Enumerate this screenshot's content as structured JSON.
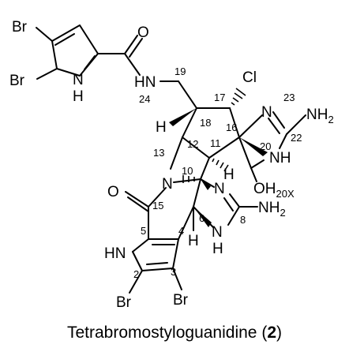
{
  "caption": {
    "name": "Tetrabromostyloguanidine",
    "open": " (",
    "compound_number": "2",
    "close": ")"
  },
  "atoms": {
    "br1": "Br",
    "br2": "Br",
    "nh_pyrrole_n": "N",
    "nh_pyrrole_h": "H",
    "carbonyl_o1": "O",
    "amide_hn": "HN",
    "n23": "N",
    "cl": "Cl",
    "nh2_top": "NH",
    "nh2_top_sub": "2",
    "h12": "H",
    "nh_ring": "NH",
    "n_ring": "N",
    "h11": "H",
    "oh": "OH",
    "oh_sub": "20X",
    "carbonyl_o2": "O",
    "n_imidazole": "N",
    "nh2_bottom": "NH",
    "nh2_bottom_sub": "2",
    "hn_pyrrole": "HN",
    "h6": "H",
    "nh_bottom_n": "N",
    "nh_bottom_h": "H",
    "br3": "Br",
    "br4": "Br"
  },
  "locants": {
    "l19": "19",
    "l24": "24",
    "l17": "17",
    "l23": "23",
    "l18": "18",
    "l16": "16",
    "l22": "22",
    "l12": "12",
    "l11": "11",
    "l20": "20",
    "l13": "13",
    "l10": "10",
    "l15": "15",
    "l8": "8",
    "l6": "6",
    "l5": "5",
    "l4": "4",
    "l2": "2",
    "l3": "3"
  }
}
